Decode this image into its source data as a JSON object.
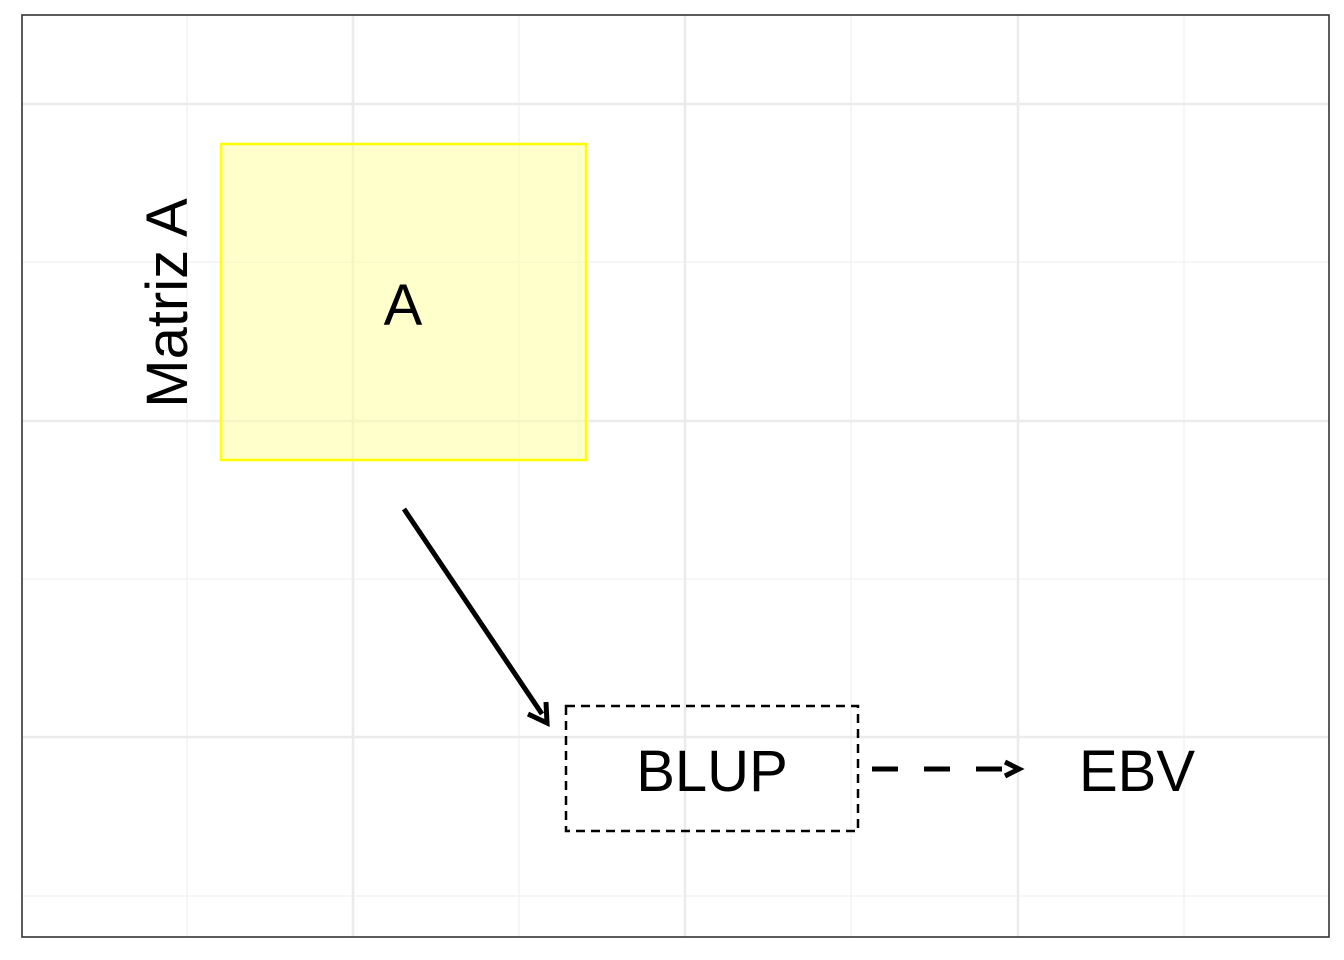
{
  "diagram": {
    "matrix_label": "Matriz A",
    "matrix_symbol": "A",
    "method_label": "BLUP",
    "output_label": "EBV"
  },
  "colors": {
    "panel_border": "#333333",
    "grid_major": "#ebebeb",
    "grid_minor": "#f3f3f3",
    "matrix_fill": "#ffffcc",
    "matrix_border": "#ffff00",
    "arrow": "#000000",
    "text": "#000000"
  }
}
